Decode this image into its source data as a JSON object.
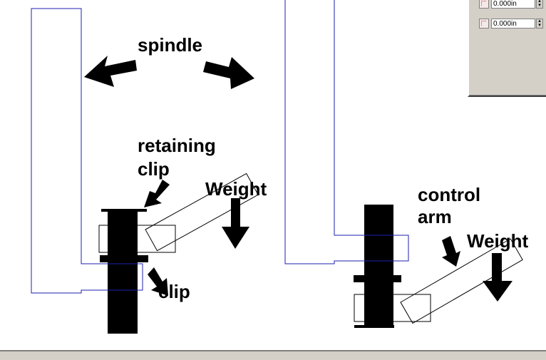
{
  "labels": {
    "spindle": "spindle",
    "retaining_clip_line1": "retaining",
    "retaining_clip_line2": "clip",
    "weight_left": "Weight",
    "clip": "clip",
    "control_arm_line1": "control",
    "control_arm_line2": "arm",
    "weight_right": "Weight"
  },
  "properties_panel": {
    "field_1_value": "0.000in",
    "field_2_value": "0.000in"
  },
  "colors": {
    "outline_blue": "#1f1fb0",
    "ink": "#000000",
    "panel_gray": "#d4d0c8"
  }
}
